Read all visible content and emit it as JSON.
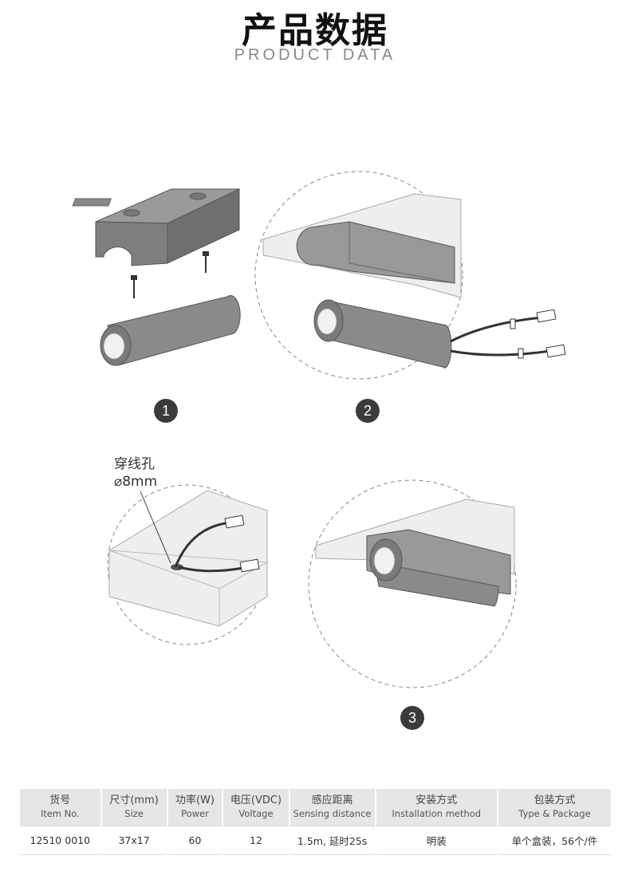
{
  "header": {
    "title": "产品数据",
    "subtitle": "PRODUCT DATA"
  },
  "steps": [
    "1",
    "2",
    "3"
  ],
  "hole_note": {
    "line1": "穿线孔",
    "line2": "⌀8mm"
  },
  "table": {
    "headers": [
      {
        "zh": "货号",
        "en": "Item No."
      },
      {
        "zh": "尺寸(mm)",
        "en": "Size"
      },
      {
        "zh": "功率(W)",
        "en": "Power"
      },
      {
        "zh": "电压(VDC)",
        "en": "Voltage"
      },
      {
        "zh": "感应距离",
        "en": "Sensing distance"
      },
      {
        "zh": "安装方式",
        "en": "Installation method"
      },
      {
        "zh": "包装方式",
        "en": "Type & Package"
      }
    ],
    "row": [
      "12510 0010",
      "37x17",
      "60",
      "12",
      "1.5m, 延时25s",
      "明装",
      "单个盒装，56个/件"
    ]
  }
}
